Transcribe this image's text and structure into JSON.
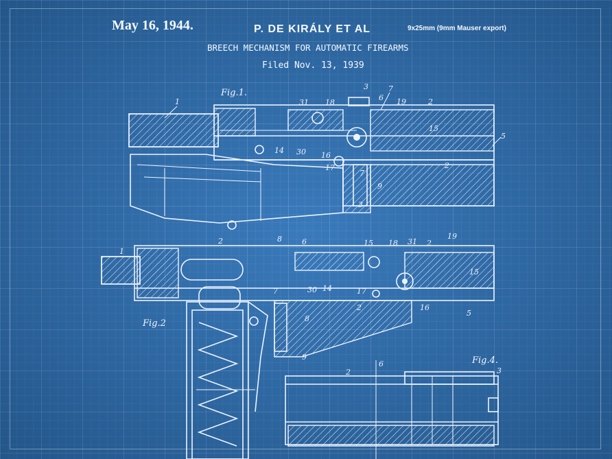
{
  "header": {
    "date": "May 16, 1944.",
    "inventor": "P. DE KIRÁLY ET AL",
    "caliber_note": "9x25mm (9mm Mauser export)",
    "title": "BREECH MECHANISM FOR AUTOMATIC FIREARMS",
    "filed": "Filed Nov. 13, 1939"
  },
  "figures": {
    "fig1": "Fig.1.",
    "fig2": "Fig.2",
    "fig4": "Fig.4."
  },
  "colors": {
    "background": "#2f73b8",
    "ink": "#eef4ff"
  }
}
